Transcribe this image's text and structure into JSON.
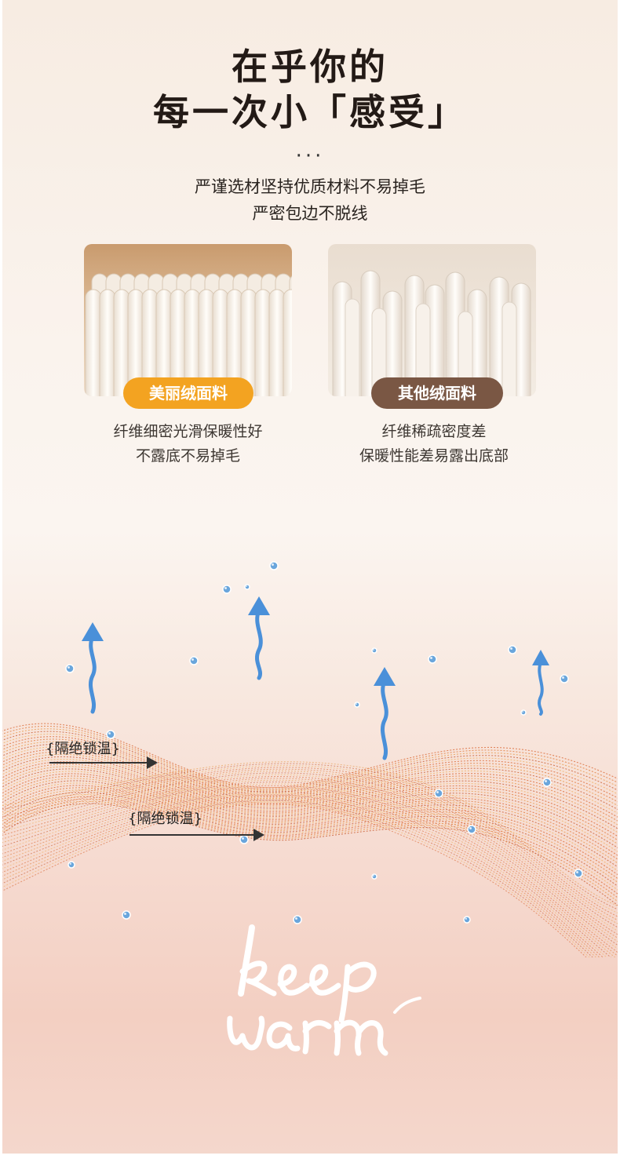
{
  "header": {
    "title_line1": "在乎你的",
    "title_line2": "每一次小「感受」",
    "dots": "···",
    "subtitle_line1": "严谨选材坚持优质材料不易掉毛",
    "subtitle_line2": "严密包边不脱线"
  },
  "comparison": {
    "ours": {
      "label": "美丽绒面料",
      "desc_line1": "纤维细密光滑保暖性好",
      "desc_line2": "不露底不易掉毛",
      "badge_color": "#f3a321"
    },
    "others": {
      "label": "其他绒面料",
      "desc_line1": "纤维稀疏密度差",
      "desc_line2": "保暖性能差易露出底部",
      "badge_color": "#7a5744"
    }
  },
  "warmth": {
    "label1": "{隔绝锁温}",
    "label2": "{隔绝锁温}",
    "script_text": "keep warm",
    "arrow_color": "#4a90d9",
    "wave_color": "#e07a3a"
  }
}
